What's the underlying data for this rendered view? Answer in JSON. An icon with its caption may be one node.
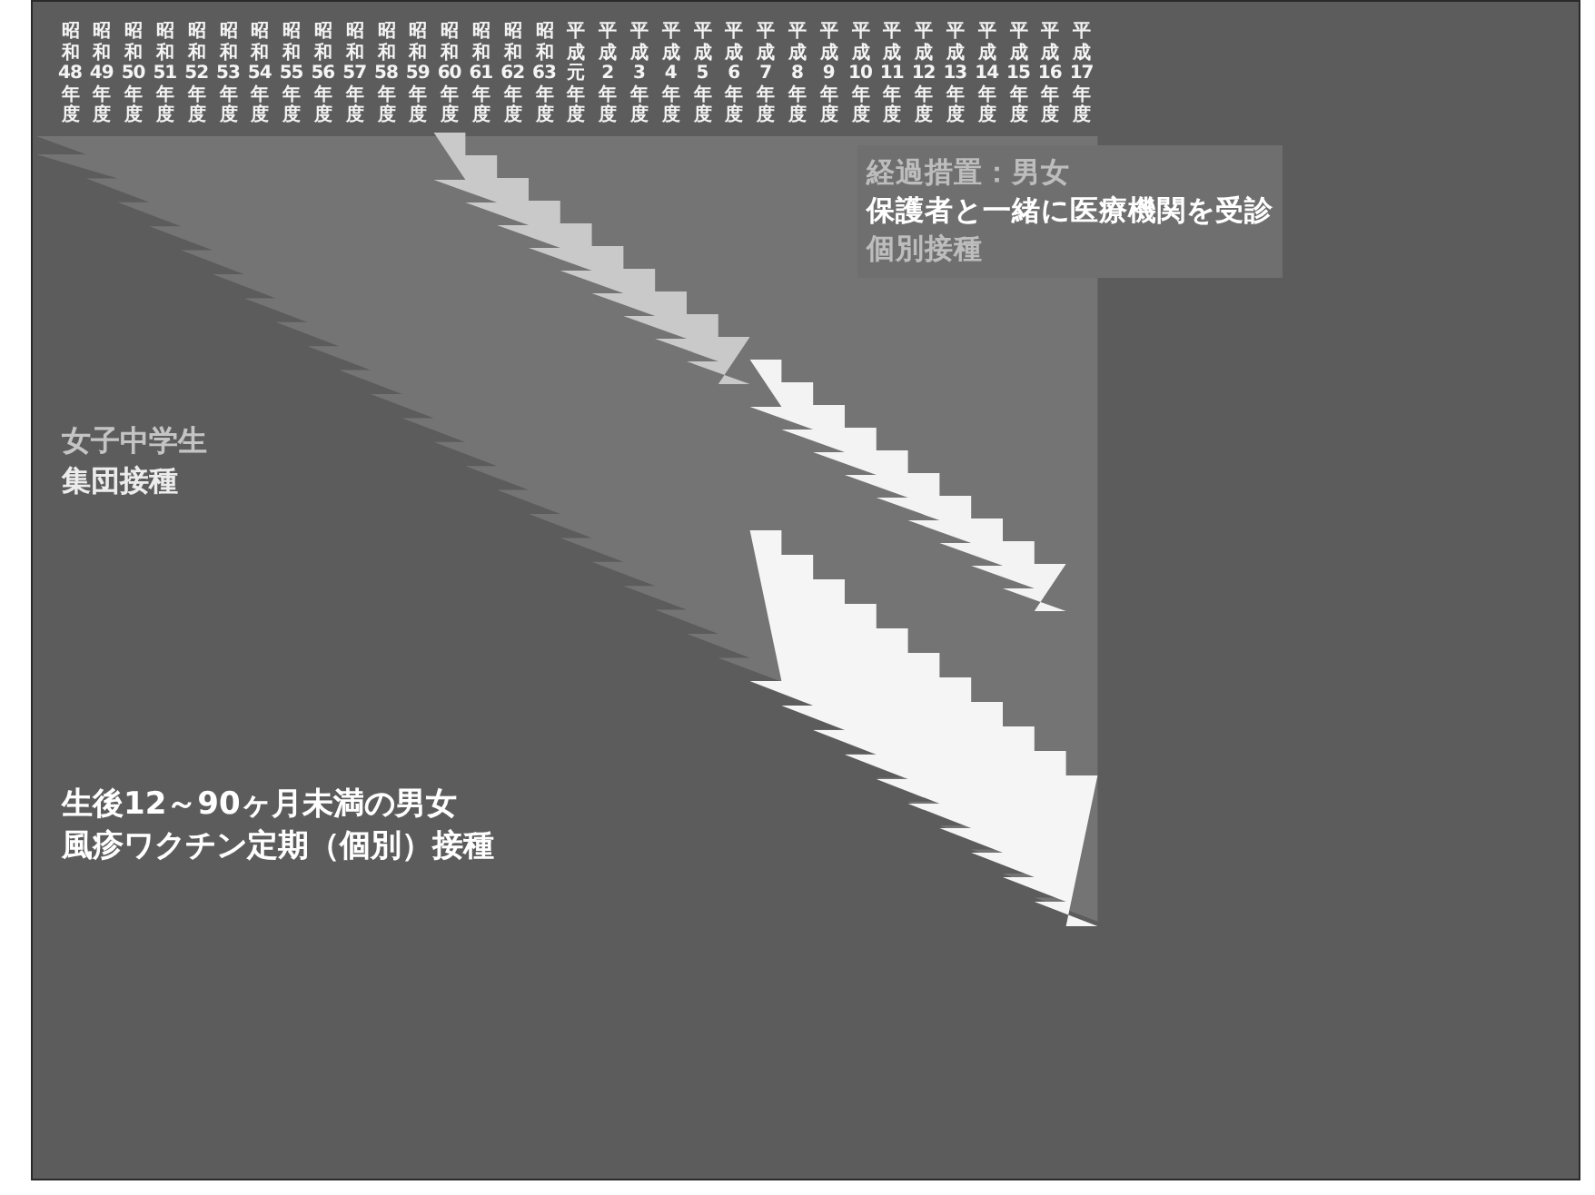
{
  "diagram": {
    "nodes": [
      {
        "text": [
          "女子中学生",
          "集団接種"
        ]
      },
      {
        "text": [
          "経過措置：男女",
          "保護者と一緒に医療機関を受診",
          "個別接種"
        ]
      },
      {
        "text": [
          "生後12～90ヶ月未満の男女",
          "風疹ワクチン定期（個別）接種"
        ]
      }
    ],
    "labels": [
      "昭和48年度",
      "昭和49年度",
      "昭和50年度",
      "昭和51年度",
      "昭和52年度",
      "昭和53年度",
      "昭和54年度",
      "昭和55年度",
      "昭和56年度",
      "昭和57年度",
      "昭和58年度",
      "昭和59年度",
      "昭和60年度",
      "昭和61年度",
      "昭和62年度",
      "昭和63年度",
      "平成元年度",
      "平成2年度",
      "平成3年度",
      "平成4年度",
      "平成5年度",
      "平成6年度",
      "平成7年度",
      "平成8年度",
      "平成9年度",
      "平成10年度",
      "平成11年度",
      "平成12年度",
      "平成13年度",
      "平成14年度",
      "平成15年度",
      "平成16年度",
      "平成17年度"
    ]
  }
}
